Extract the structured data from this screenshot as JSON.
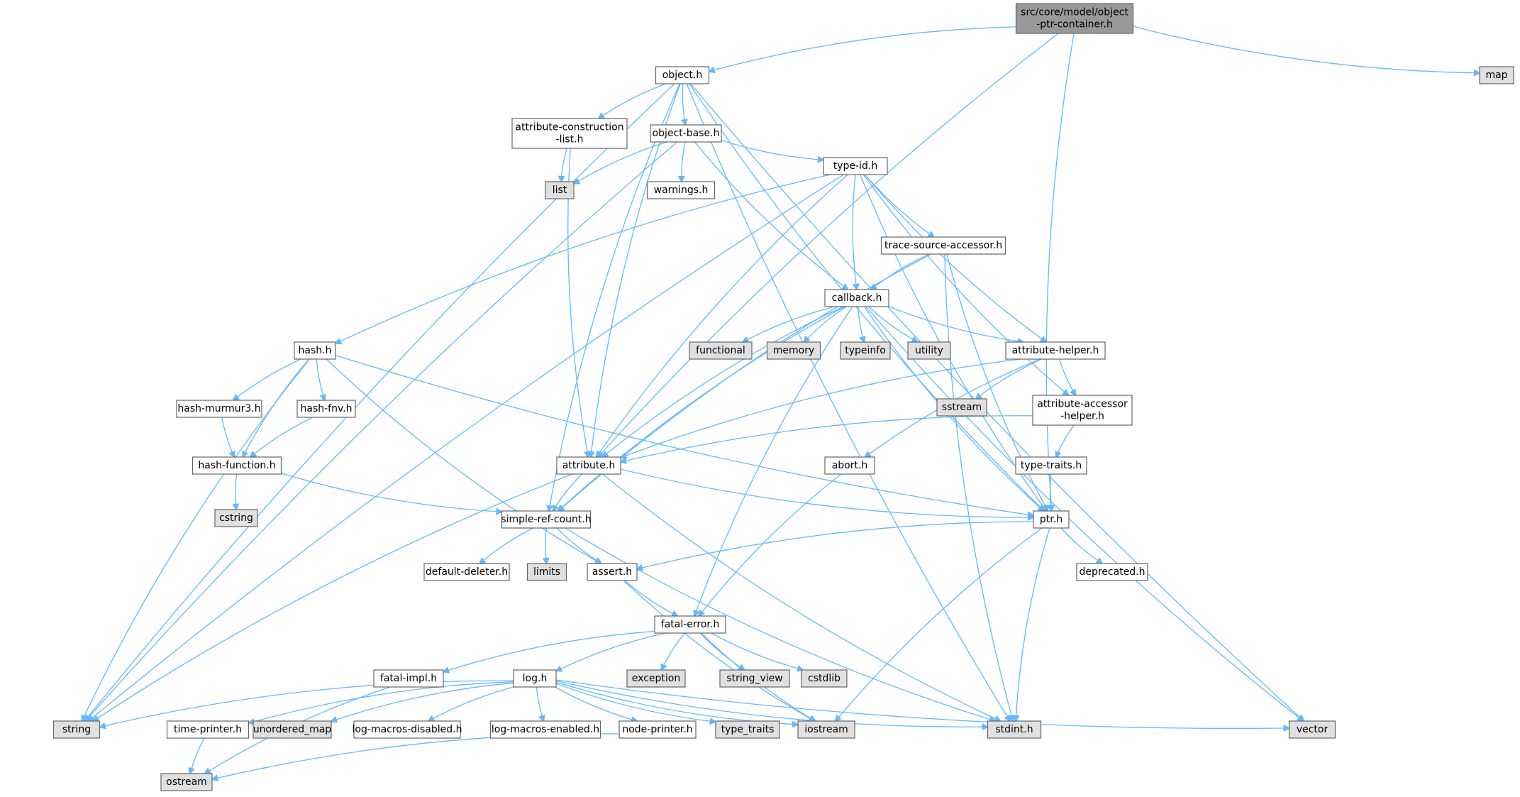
{
  "diagram": {
    "colors": {
      "root": "#999999",
      "internal": "#ffffff",
      "external": "#e0e0e0",
      "edge": "#63b8ff",
      "border": "#666666"
    },
    "nodes": [
      {
        "id": "root",
        "lines": [
          "src/core/model/object",
          "-ptr-container.h"
        ],
        "kind": "root"
      },
      {
        "id": "object",
        "lines": [
          "object.h"
        ],
        "kind": "internal"
      },
      {
        "id": "map",
        "lines": [
          "map"
        ],
        "kind": "external"
      },
      {
        "id": "attrconst",
        "lines": [
          "attribute-construction",
          "-list.h"
        ],
        "kind": "internal"
      },
      {
        "id": "objbase",
        "lines": [
          "object-base.h"
        ],
        "kind": "internal"
      },
      {
        "id": "list",
        "lines": [
          "list"
        ],
        "kind": "external"
      },
      {
        "id": "warnings",
        "lines": [
          "warnings.h"
        ],
        "kind": "internal"
      },
      {
        "id": "typeid",
        "lines": [
          "type-id.h"
        ],
        "kind": "internal"
      },
      {
        "id": "tracesrc",
        "lines": [
          "trace-source-accessor.h"
        ],
        "kind": "internal"
      },
      {
        "id": "callback",
        "lines": [
          "callback.h"
        ],
        "kind": "internal"
      },
      {
        "id": "hash",
        "lines": [
          "hash.h"
        ],
        "kind": "internal"
      },
      {
        "id": "functional",
        "lines": [
          "functional"
        ],
        "kind": "external"
      },
      {
        "id": "memory",
        "lines": [
          "memory"
        ],
        "kind": "external"
      },
      {
        "id": "typeinfo",
        "lines": [
          "typeinfo"
        ],
        "kind": "external"
      },
      {
        "id": "utility",
        "lines": [
          "utility"
        ],
        "kind": "external"
      },
      {
        "id": "attrhelper",
        "lines": [
          "attribute-helper.h"
        ],
        "kind": "internal"
      },
      {
        "id": "sstream",
        "lines": [
          "sstream"
        ],
        "kind": "external"
      },
      {
        "id": "attraccessor",
        "lines": [
          "attribute-accessor",
          "-helper.h"
        ],
        "kind": "internal"
      },
      {
        "id": "murmur",
        "lines": [
          "hash-murmur3.h"
        ],
        "kind": "internal"
      },
      {
        "id": "fnv",
        "lines": [
          "hash-fnv.h"
        ],
        "kind": "internal"
      },
      {
        "id": "hashfunc",
        "lines": [
          "hash-function.h"
        ],
        "kind": "internal"
      },
      {
        "id": "attribute",
        "lines": [
          "attribute.h"
        ],
        "kind": "internal"
      },
      {
        "id": "abort",
        "lines": [
          "abort.h"
        ],
        "kind": "internal"
      },
      {
        "id": "typetraitsh",
        "lines": [
          "type-traits.h"
        ],
        "kind": "internal"
      },
      {
        "id": "cstring",
        "lines": [
          "cstring"
        ],
        "kind": "external"
      },
      {
        "id": "simpleref",
        "lines": [
          "simple-ref-count.h"
        ],
        "kind": "internal"
      },
      {
        "id": "ptr",
        "lines": [
          "ptr.h"
        ],
        "kind": "internal"
      },
      {
        "id": "defdeleter",
        "lines": [
          "default-deleter.h"
        ],
        "kind": "internal"
      },
      {
        "id": "limits",
        "lines": [
          "limits"
        ],
        "kind": "external"
      },
      {
        "id": "assert",
        "lines": [
          "assert.h"
        ],
        "kind": "internal"
      },
      {
        "id": "deprecated",
        "lines": [
          "deprecated.h"
        ],
        "kind": "internal"
      },
      {
        "id": "fatalerror",
        "lines": [
          "fatal-error.h"
        ],
        "kind": "internal"
      },
      {
        "id": "fatalimpl",
        "lines": [
          "fatal-impl.h"
        ],
        "kind": "internal"
      },
      {
        "id": "log",
        "lines": [
          "log.h"
        ],
        "kind": "internal"
      },
      {
        "id": "exception",
        "lines": [
          "exception"
        ],
        "kind": "external"
      },
      {
        "id": "stringview",
        "lines": [
          "string_view"
        ],
        "kind": "external"
      },
      {
        "id": "cstdlib",
        "lines": [
          "cstdlib"
        ],
        "kind": "external"
      },
      {
        "id": "string",
        "lines": [
          "string"
        ],
        "kind": "external"
      },
      {
        "id": "timeprinter",
        "lines": [
          "time-printer.h"
        ],
        "kind": "internal"
      },
      {
        "id": "unorderedmap",
        "lines": [
          "unordered_map"
        ],
        "kind": "external"
      },
      {
        "id": "logdisabled",
        "lines": [
          "log-macros-disabled.h"
        ],
        "kind": "internal"
      },
      {
        "id": "logenabled",
        "lines": [
          "log-macros-enabled.h"
        ],
        "kind": "internal"
      },
      {
        "id": "nodeprinter",
        "lines": [
          "node-printer.h"
        ],
        "kind": "internal"
      },
      {
        "id": "typetraits",
        "lines": [
          "type_traits"
        ],
        "kind": "external"
      },
      {
        "id": "iostream",
        "lines": [
          "iostream"
        ],
        "kind": "external"
      },
      {
        "id": "stdint",
        "lines": [
          "stdint.h"
        ],
        "kind": "external"
      },
      {
        "id": "vector",
        "lines": [
          "vector"
        ],
        "kind": "external"
      },
      {
        "id": "ostream",
        "lines": [
          "ostream"
        ],
        "kind": "external"
      }
    ],
    "edges": [
      [
        "root",
        "object"
      ],
      [
        "root",
        "map"
      ],
      [
        "root",
        "attribute"
      ],
      [
        "root",
        "ptr"
      ],
      [
        "object",
        "attrconst"
      ],
      [
        "object",
        "objbase"
      ],
      [
        "object",
        "string"
      ],
      [
        "object",
        "attribute"
      ],
      [
        "object",
        "simpleref"
      ],
      [
        "object",
        "ptr"
      ],
      [
        "object",
        "stdint"
      ],
      [
        "object",
        "vector"
      ],
      [
        "attrconst",
        "list"
      ],
      [
        "attrconst",
        "attribute"
      ],
      [
        "objbase",
        "list"
      ],
      [
        "objbase",
        "warnings"
      ],
      [
        "objbase",
        "typeid"
      ],
      [
        "objbase",
        "callback"
      ],
      [
        "objbase",
        "string"
      ],
      [
        "typeid",
        "tracesrc"
      ],
      [
        "typeid",
        "callback"
      ],
      [
        "typeid",
        "hash"
      ],
      [
        "typeid",
        "attribute"
      ],
      [
        "typeid",
        "attrhelper"
      ],
      [
        "typeid",
        "attraccessor"
      ],
      [
        "typeid",
        "string"
      ],
      [
        "typeid",
        "ptr"
      ],
      [
        "tracesrc",
        "callback"
      ],
      [
        "tracesrc",
        "simpleref"
      ],
      [
        "tracesrc",
        "ptr"
      ],
      [
        "tracesrc",
        "stdint"
      ],
      [
        "callback",
        "functional"
      ],
      [
        "callback",
        "memory"
      ],
      [
        "callback",
        "typeinfo"
      ],
      [
        "callback",
        "utility"
      ],
      [
        "callback",
        "attrhelper"
      ],
      [
        "callback",
        "attribute"
      ],
      [
        "callback",
        "simpleref"
      ],
      [
        "callback",
        "ptr"
      ],
      [
        "callback",
        "fatalerror"
      ],
      [
        "callback",
        "vector"
      ],
      [
        "hash",
        "murmur"
      ],
      [
        "hash",
        "fnv"
      ],
      [
        "hash",
        "hashfunc"
      ],
      [
        "hash",
        "string"
      ],
      [
        "hash",
        "assert"
      ],
      [
        "hash",
        "ptr"
      ],
      [
        "murmur",
        "hashfunc"
      ],
      [
        "fnv",
        "hashfunc"
      ],
      [
        "hashfunc",
        "cstring"
      ],
      [
        "hashfunc",
        "simpleref"
      ],
      [
        "attrhelper",
        "sstream"
      ],
      [
        "attrhelper",
        "attraccessor"
      ],
      [
        "attrhelper",
        "abort"
      ],
      [
        "attrhelper",
        "attribute"
      ],
      [
        "attraccessor",
        "attribute"
      ],
      [
        "attraccessor",
        "typetraitsh"
      ],
      [
        "typetraitsh",
        "ptr"
      ],
      [
        "attribute",
        "simpleref"
      ],
      [
        "attribute",
        "ptr"
      ],
      [
        "attribute",
        "string"
      ],
      [
        "attribute",
        "stdint"
      ],
      [
        "abort",
        "fatalerror"
      ],
      [
        "simpleref",
        "defdeleter"
      ],
      [
        "simpleref",
        "limits"
      ],
      [
        "simpleref",
        "assert"
      ],
      [
        "simpleref",
        "stdint"
      ],
      [
        "ptr",
        "deprecated"
      ],
      [
        "ptr",
        "assert"
      ],
      [
        "ptr",
        "iostream"
      ],
      [
        "ptr",
        "stdint"
      ],
      [
        "assert",
        "fatalerror"
      ],
      [
        "assert",
        "iostream"
      ],
      [
        "fatalerror",
        "fatalimpl"
      ],
      [
        "fatalerror",
        "log"
      ],
      [
        "fatalerror",
        "exception"
      ],
      [
        "fatalerror",
        "stringview"
      ],
      [
        "fatalerror",
        "cstdlib"
      ],
      [
        "fatalerror",
        "iostream"
      ],
      [
        "fatalimpl",
        "ostream"
      ],
      [
        "log",
        "string"
      ],
      [
        "log",
        "timeprinter"
      ],
      [
        "log",
        "unorderedmap"
      ],
      [
        "log",
        "logdisabled"
      ],
      [
        "log",
        "logenabled"
      ],
      [
        "log",
        "nodeprinter"
      ],
      [
        "log",
        "typetraits"
      ],
      [
        "log",
        "iostream"
      ],
      [
        "log",
        "stdint"
      ],
      [
        "log",
        "vector"
      ],
      [
        "timeprinter",
        "ostream"
      ],
      [
        "nodeprinter",
        "ostream"
      ]
    ]
  }
}
